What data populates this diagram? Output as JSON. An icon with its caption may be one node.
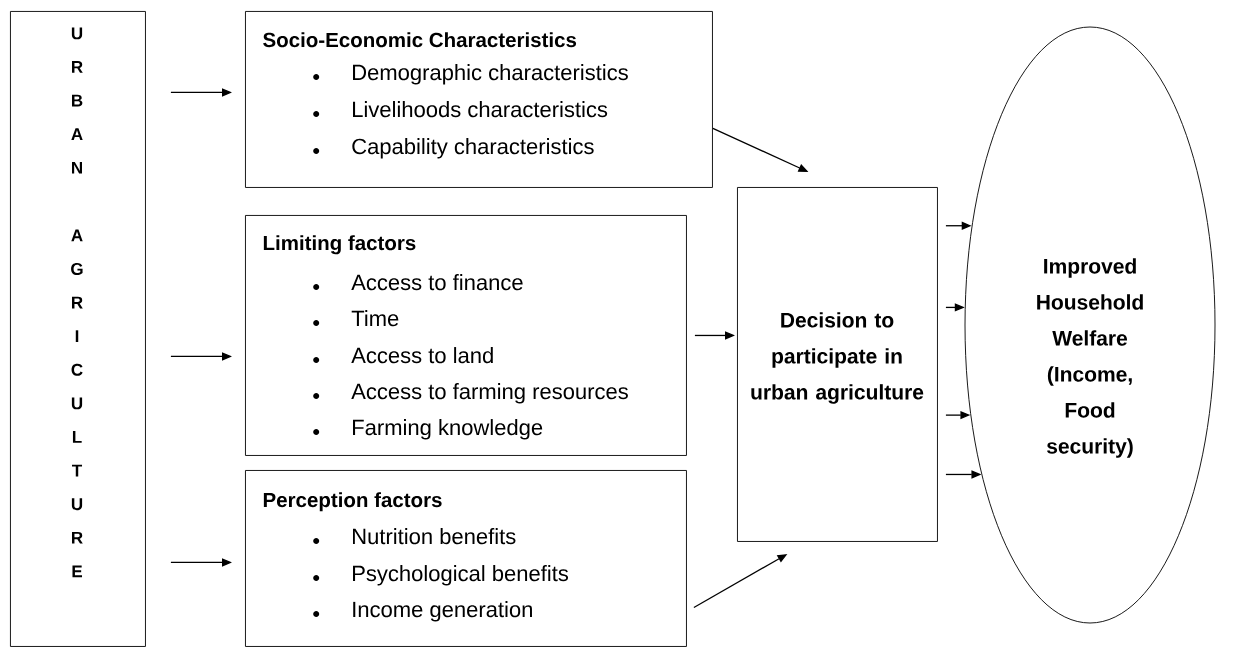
{
  "diagram": {
    "nodes": [
      {
        "text": [
          "U R B A N",
          "A G R I C U L T U R E"
        ]
      },
      {
        "text": [
          "Socio-Economic Characteristics",
          "Demographic characteristics",
          "Livelihoods characteristics",
          "Capability characteristics"
        ]
      },
      {
        "text": [
          "Limiting factors",
          "Access to finance",
          "Time",
          "Access to land",
          "Access to farming resources",
          "Farming knowledge"
        ]
      },
      {
        "text": [
          "Perception factors",
          "Nutrition benefits",
          "Psychological benefits",
          "Income generation"
        ]
      },
      {
        "text": [
          "Decision to participate in urban agriculture"
        ]
      },
      {
        "text": [
          "Improved Household Welfare (Income, Food security)"
        ]
      }
    ],
    "edges": [
      {
        "from": 0,
        "to": 1,
        "arrow": "to"
      },
      {
        "from": 0,
        "to": 2,
        "arrow": "to"
      },
      {
        "from": 0,
        "to": 3,
        "arrow": "to"
      },
      {
        "from": 1,
        "to": 4,
        "arrow": "to"
      },
      {
        "from": 2,
        "to": 4,
        "arrow": "to"
      },
      {
        "from": 3,
        "to": 4,
        "arrow": "to"
      },
      {
        "from": 4,
        "to": 5,
        "arrow": "to"
      },
      {
        "from": 4,
        "to": 5,
        "arrow": "to"
      },
      {
        "from": 4,
        "to": 5,
        "arrow": "to"
      },
      {
        "from": 4,
        "to": 5,
        "arrow": "to"
      }
    ]
  }
}
